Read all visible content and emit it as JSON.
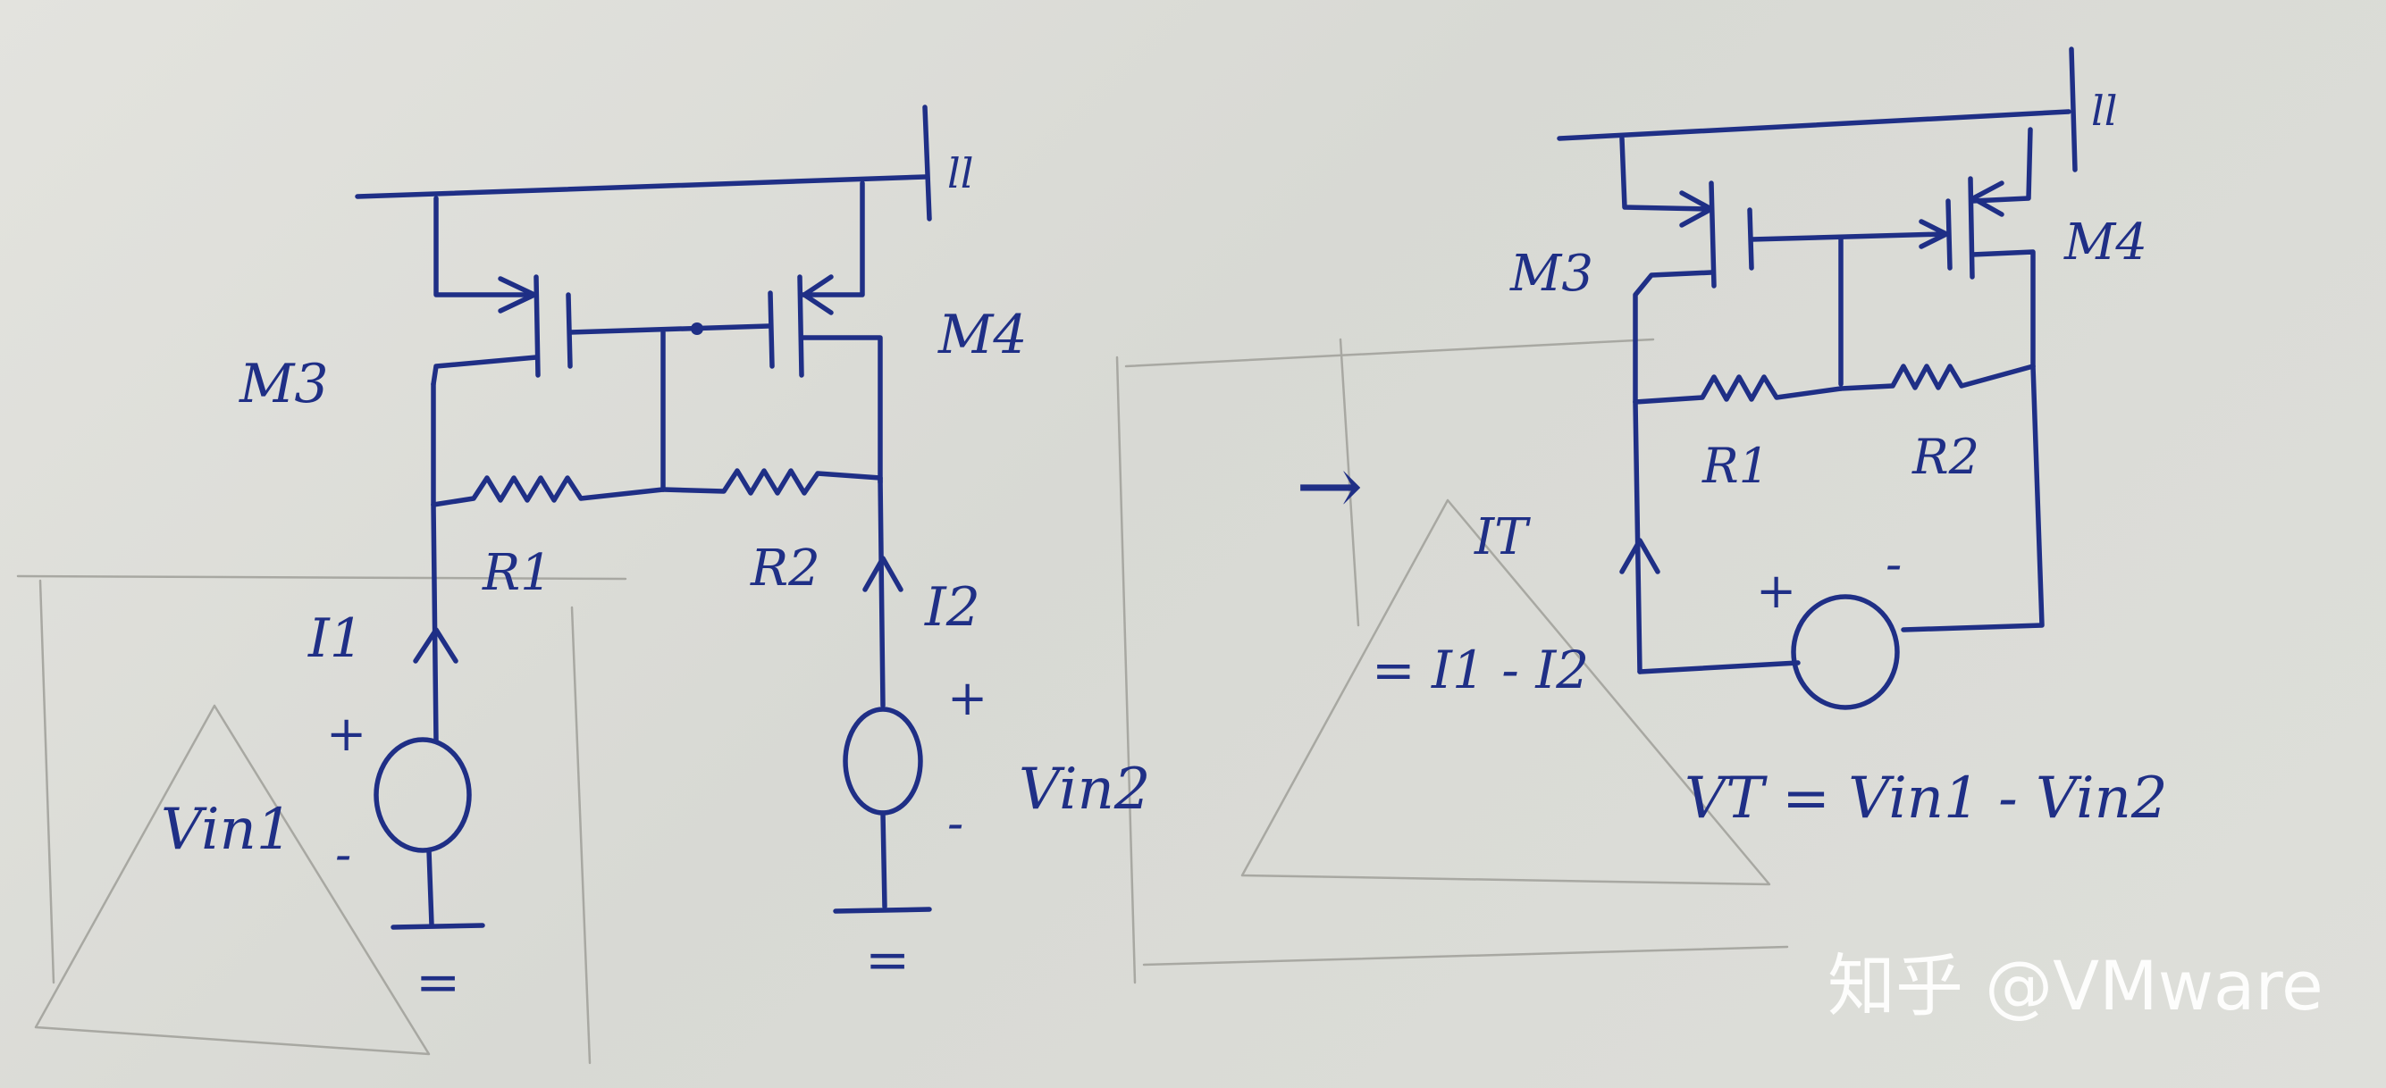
{
  "left_circuit": {
    "supply_symbol": "ll",
    "m3_label": "M3",
    "m4_label": "M4",
    "r1_label": "R1",
    "r2_label": "R2",
    "i1_label": "I1",
    "i2_label": "I2",
    "vin1_label": "Vin1",
    "vin2_label": "Vin2",
    "plus_sign": "+",
    "minus_sign": "-",
    "ground_symbol": "="
  },
  "arrow_glyph": "→",
  "right_circuit": {
    "supply_symbol": "ll",
    "m3_label": "M3",
    "m4_label": "M4",
    "r1_label": "R1",
    "r2_label": "R2",
    "it_label": "IT",
    "it_equation": "= I1 - I2",
    "plus_sign": "+",
    "minus_sign": "-",
    "vt_equation": "VT = Vin1 - Vin2"
  },
  "watermark": {
    "text": "知乎 @VMware"
  },
  "colors": {
    "ink": "#1f2f86",
    "paper": "#dcdcd7",
    "pencil": "#a8a8a2"
  }
}
